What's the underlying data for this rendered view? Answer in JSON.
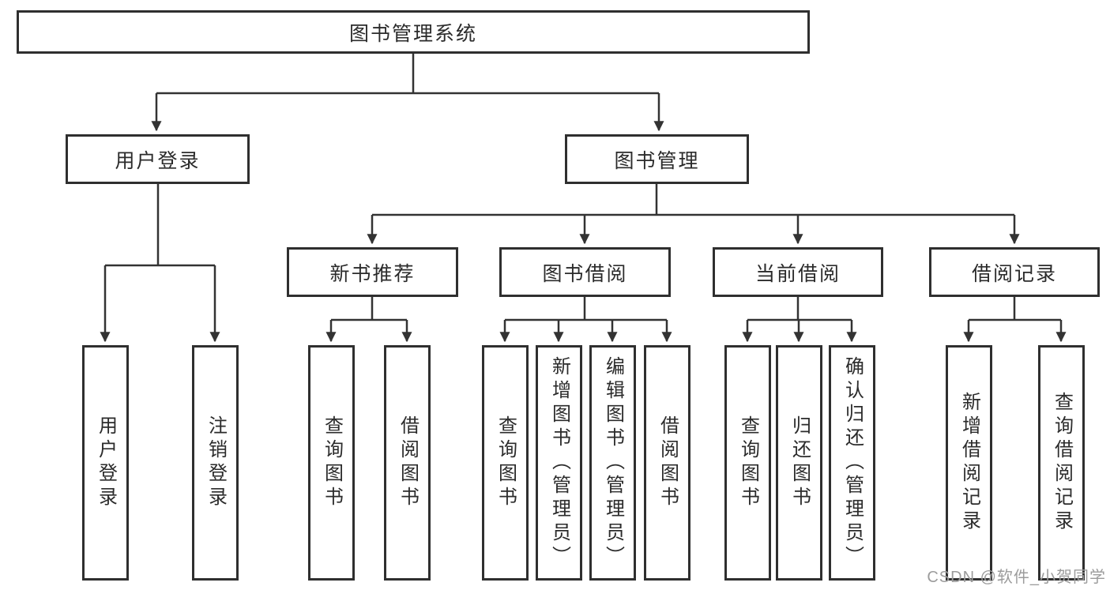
{
  "diagram": {
    "title": "图书管理系统",
    "branches": {
      "user_login": {
        "label": "用户登录",
        "children": [
          "用户登录",
          "注销登录"
        ]
      },
      "book_management": {
        "label": "图书管理",
        "children": [
          {
            "label": "新书推荐",
            "children": [
              "查询图书",
              "借阅图书"
            ]
          },
          {
            "label": "图书借阅",
            "children": [
              "查询图书",
              "新增图书（管理员）",
              "编辑图书（管理员）",
              "借阅图书"
            ]
          },
          {
            "label": "当前借阅",
            "children": [
              "查询图书",
              "归还图书",
              "确认归还（管理员）"
            ]
          },
          {
            "label": "借阅记录",
            "children": [
              "新增借阅记录",
              "查询借阅记录"
            ]
          }
        ]
      }
    }
  },
  "watermark": "CSDN @软件_小贺同学",
  "colors": {
    "line": "#333333",
    "border": "#2f2f2f",
    "text": "#2b2b2b",
    "watermark": "#9c9c9c",
    "background": "#ffffff"
  }
}
